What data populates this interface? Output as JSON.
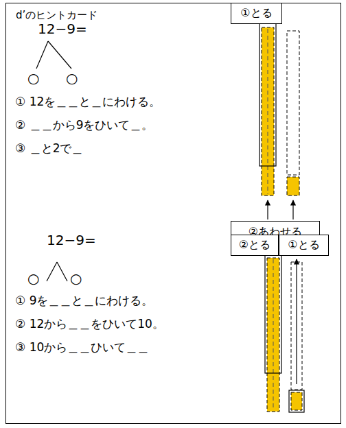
{
  "diagram": {
    "nodes": [
      {
        "text": [
          "d’のヒントカード"
        ]
      },
      {
        "text": [
          "①とる"
        ],
        "in": 0
      },
      {
        "text": [
          "②あわせる"
        ],
        "in": 0
      },
      {
        "text": [
          "②とる"
        ],
        "in": 0
      },
      {
        "text": [
          "①とる"
        ],
        "in": 0
      }
    ],
    "labels": [
      "12−9=",
      "○",
      "○",
      "① 12を＿＿と＿にわける。",
      "② ＿＿から9をひいて＿。",
      "③ ＿と2で＿",
      "12−9=",
      "○",
      "○",
      "① 9を＿＿と＿にわける。",
      "② 12から＿＿をひいて10。",
      "③ 10から＿＿ひいて＿＿"
    ]
  }
}
